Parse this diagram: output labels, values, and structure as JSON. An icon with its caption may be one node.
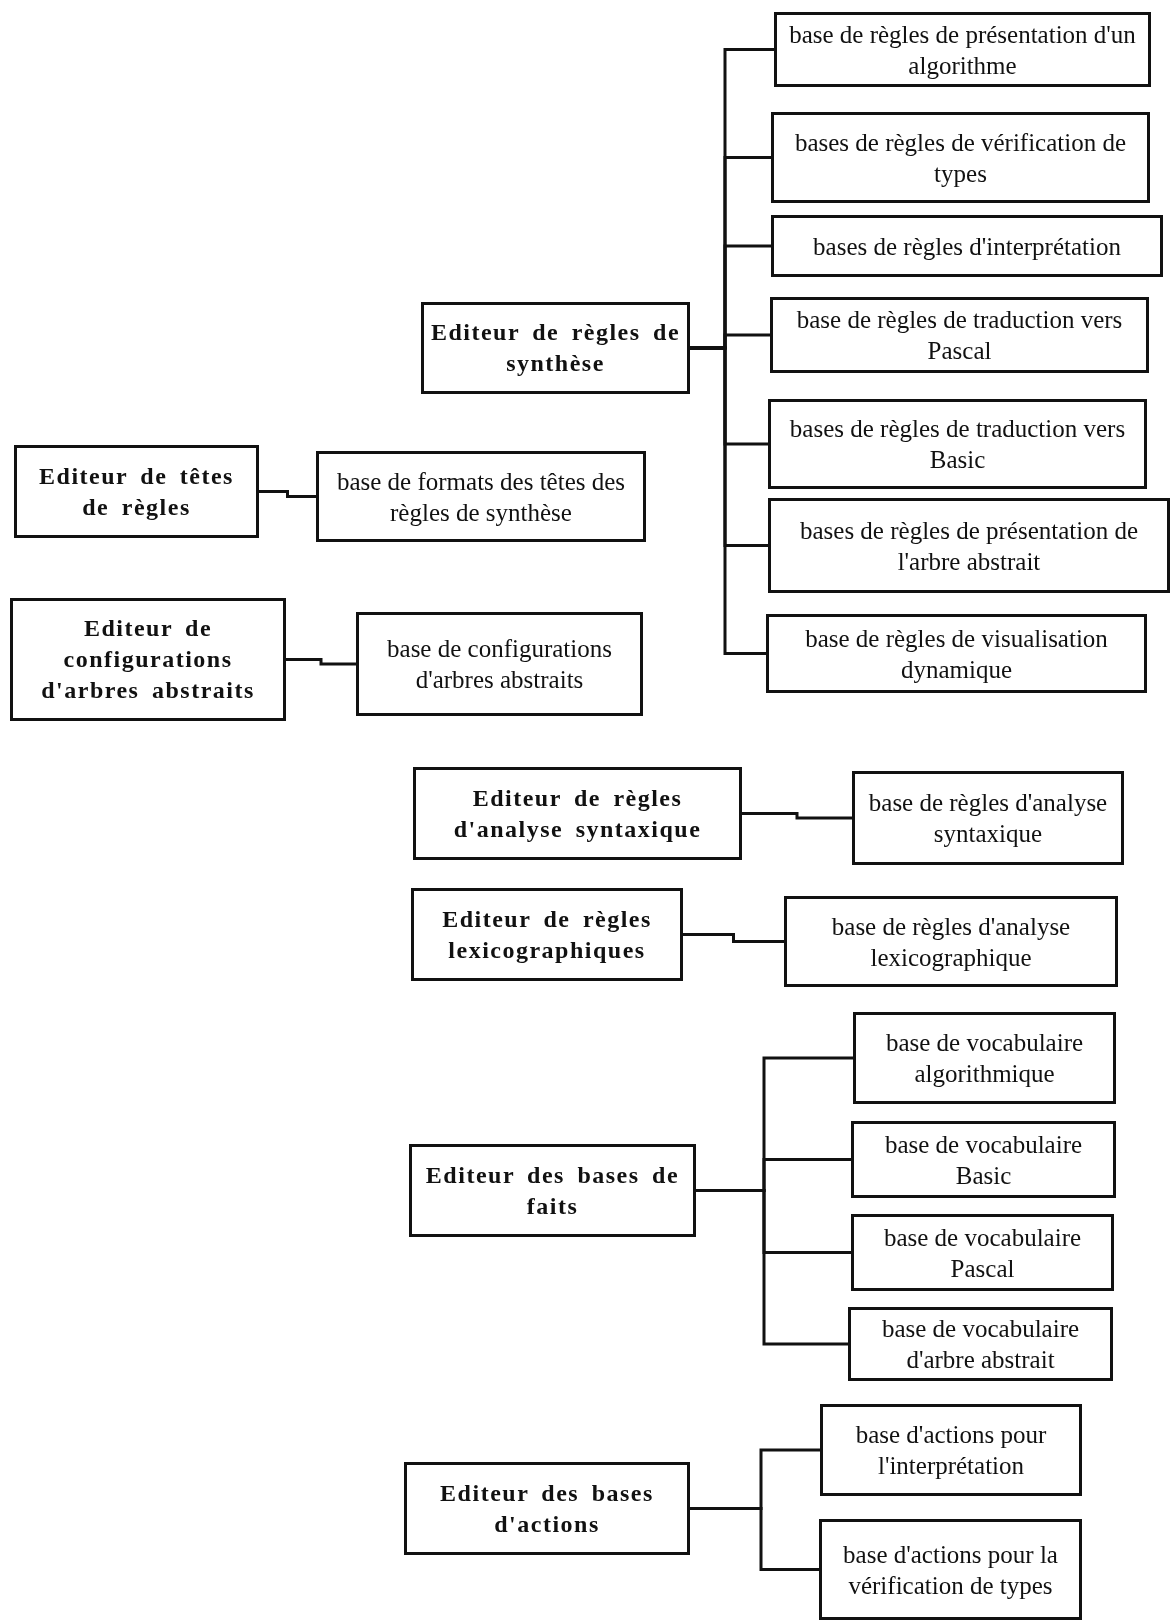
{
  "diagram": {
    "nodes": [
      {
        "text": [
          "Editeur de règles de synthèse"
        ]
      },
      {
        "text": [
          "base de règles de présentation d'un algorithme"
        ]
      },
      {
        "text": [
          "bases de règles de vérification de types"
        ]
      },
      {
        "text": [
          "bases de règles d'interprétation"
        ]
      },
      {
        "text": [
          "base de règles de traduction vers Pascal"
        ]
      },
      {
        "text": [
          "bases de règles de traduction vers Basic"
        ]
      },
      {
        "text": [
          "bases de règles de présentation de l'arbre abstrait"
        ]
      },
      {
        "text": [
          "base de règles de visualisation dynamique"
        ]
      },
      {
        "text": [
          "Editeur de têtes de règles"
        ]
      },
      {
        "text": [
          "base de formats des têtes des règles de synthèse"
        ]
      },
      {
        "text": [
          "Editeur de configurations d'arbres abstraits"
        ]
      },
      {
        "text": [
          "base de configurations d'arbres abstraits"
        ]
      },
      {
        "text": [
          "Editeur de règles d'analyse syntaxique"
        ]
      },
      {
        "text": [
          "base de règles d'analyse syntaxique"
        ]
      },
      {
        "text": [
          "Editeur de règles lexicographiques"
        ]
      },
      {
        "text": [
          "base de règles d'analyse lexicographique"
        ]
      },
      {
        "text": [
          "Editeur des bases de faits"
        ]
      },
      {
        "text": [
          "base de vocabulaire algorithmique"
        ]
      },
      {
        "text": [
          "base de vocabulaire Basic"
        ]
      },
      {
        "text": [
          "base de vocabulaire Pascal"
        ]
      },
      {
        "text": [
          "base de vocabulaire d'arbre abstrait"
        ]
      },
      {
        "text": [
          "Editeur des bases d'actions"
        ]
      },
      {
        "text": [
          "base d'actions pour l'interprétation"
        ]
      },
      {
        "text": [
          "base d'actions pour la vérification de types"
        ]
      }
    ],
    "edges": [
      {
        "from": 0,
        "to": 1,
        "arrow": "none"
      },
      {
        "from": 0,
        "to": 2,
        "arrow": "none"
      },
      {
        "from": 0,
        "to": 3,
        "arrow": "none"
      },
      {
        "from": 0,
        "to": 4,
        "arrow": "none"
      },
      {
        "from": 0,
        "to": 5,
        "arrow": "none"
      },
      {
        "from": 0,
        "to": 6,
        "arrow": "none"
      },
      {
        "from": 0,
        "to": 7,
        "arrow": "none"
      },
      {
        "from": 8,
        "to": 9,
        "arrow": "none"
      },
      {
        "from": 10,
        "to": 11,
        "arrow": "none"
      },
      {
        "from": 12,
        "to": 13,
        "arrow": "none"
      },
      {
        "from": 14,
        "to": 15,
        "arrow": "none"
      },
      {
        "from": 16,
        "to": 17,
        "arrow": "none"
      },
      {
        "from": 16,
        "to": 18,
        "arrow": "none"
      },
      {
        "from": 16,
        "to": 19,
        "arrow": "none"
      },
      {
        "from": 16,
        "to": 20,
        "arrow": "none"
      },
      {
        "from": 21,
        "to": 22,
        "arrow": "none"
      },
      {
        "from": 21,
        "to": 23,
        "arrow": "none"
      }
    ]
  }
}
